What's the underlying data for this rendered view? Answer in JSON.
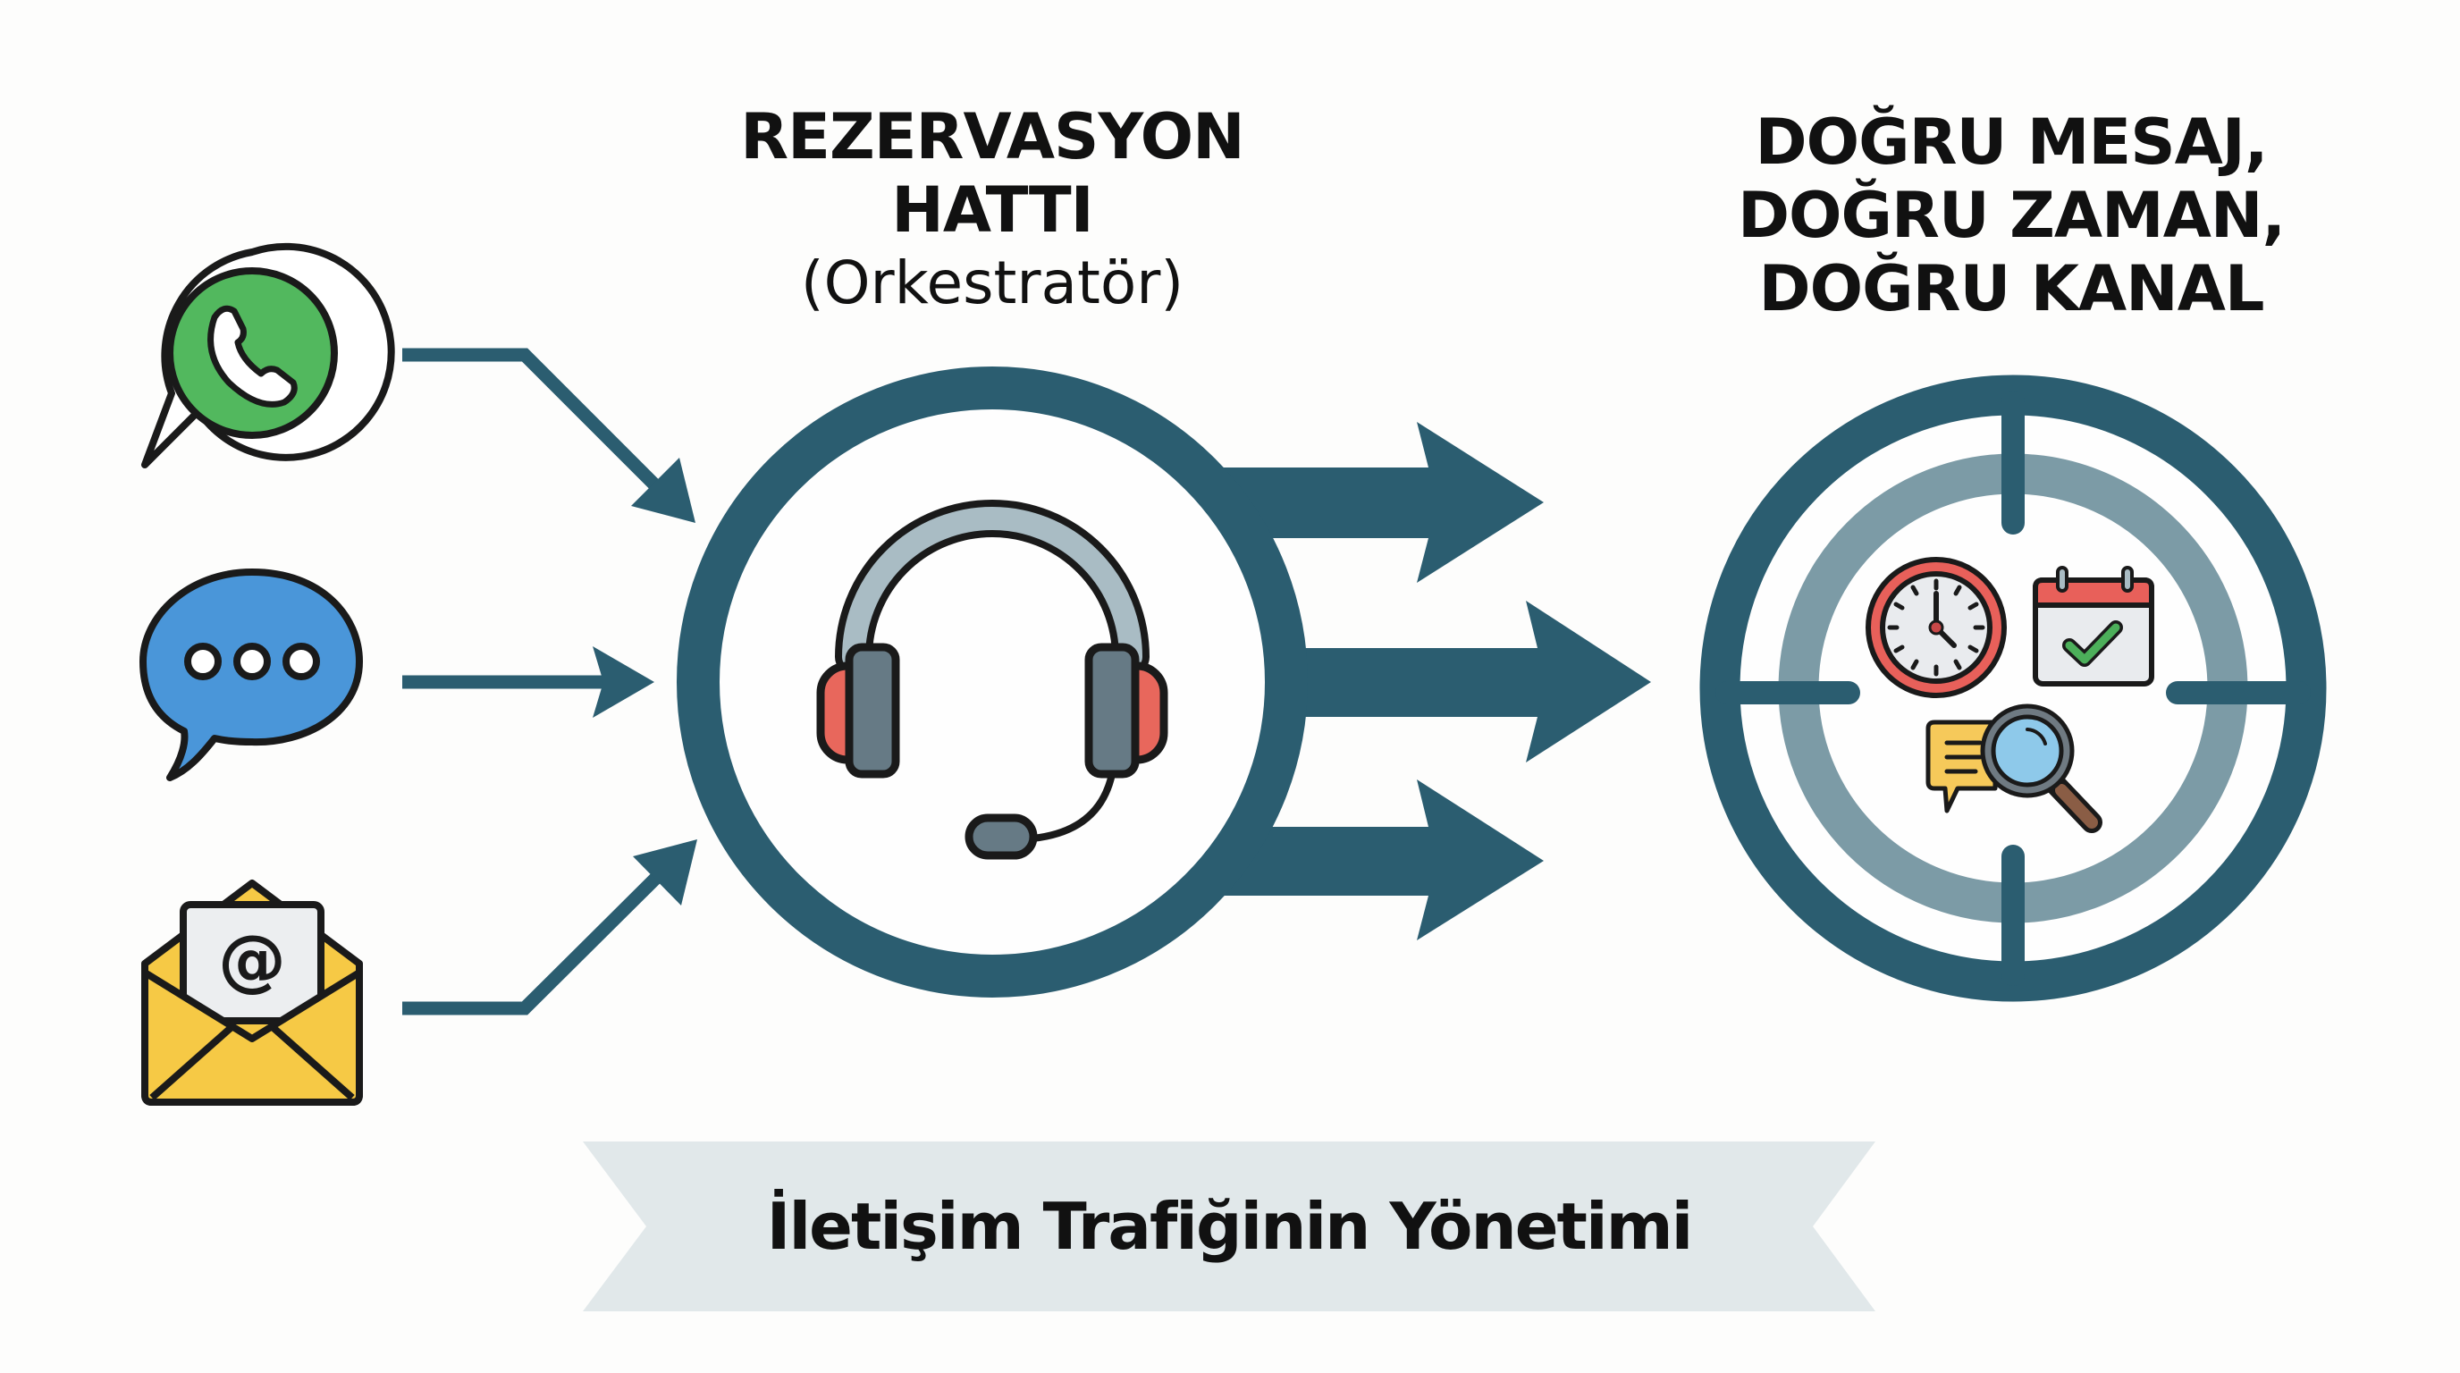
{
  "diagram": {
    "orchestrator": {
      "title_line1": "REZERVASYON",
      "title_line2": "HATTI",
      "subtitle": "(Orkestratör)",
      "icon": "headset-icon"
    },
    "outcome": {
      "line1": "DOĞRU MESAJ,",
      "line2": "DOĞRU ZAMAN,",
      "line3": "DOĞRU KANAL",
      "icons": [
        "target-icon",
        "clock-icon",
        "calendar-check-icon",
        "chat-search-icon"
      ]
    },
    "input_channels": [
      {
        "name": "WhatsApp",
        "icon": "whatsapp-icon",
        "color": "#4cb85a"
      },
      {
        "name": "Messaging",
        "icon": "chat-bubble-icon",
        "color": "#4a96d9"
      },
      {
        "name": "E-mail",
        "icon": "email-icon",
        "color": "#f6c945"
      }
    ],
    "banner": {
      "text": "İletişim Trafiğinin Yönetimi"
    },
    "colors": {
      "primary": "#2b5d70",
      "secondary_ring": "#7c9ba6",
      "banner_bg": "#e1e8ea",
      "background": "#fdfdfc",
      "text": "#111111"
    }
  }
}
